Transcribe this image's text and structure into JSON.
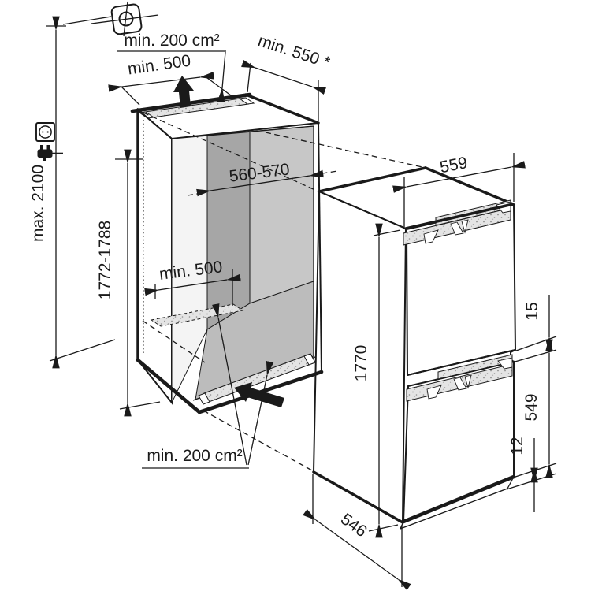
{
  "diagram": {
    "kind": "built-in refrigerator installation drawing",
    "units": "mm"
  },
  "labels": {
    "max_height": "max. 2100",
    "niche_height": "1772-1788",
    "niche_width": "560-570",
    "niche_depth": "min. 550 *",
    "top_vent_area": "min. 200 cm²",
    "top_vent_width": "min. 500",
    "floor_vent_width": "min. 500",
    "base_vent_area": "min. 200 cm²",
    "appliance_width": "559",
    "appliance_height": "1770",
    "door_gap": "15",
    "lower_door_height": "549",
    "base_gap": "12",
    "appliance_depth": "546"
  },
  "icons": {
    "ceiling_vent": "square-grommet-with-crosshair",
    "power_socket": "schuko-socket",
    "power_plug": "mains-plug",
    "airflow_out": "solid-arrow-up",
    "airflow_in": "solid-arrow-into-base"
  },
  "colors": {
    "line": "#1a1a1a",
    "background": "#ffffff",
    "niche_side_wall": "#a6a6a6",
    "niche_back_wall": "#c7c7c7",
    "niche_floor": "#bcbcbc",
    "vent_strip": "#e4e4e4",
    "stipple_dot": "#8f8f8f"
  }
}
